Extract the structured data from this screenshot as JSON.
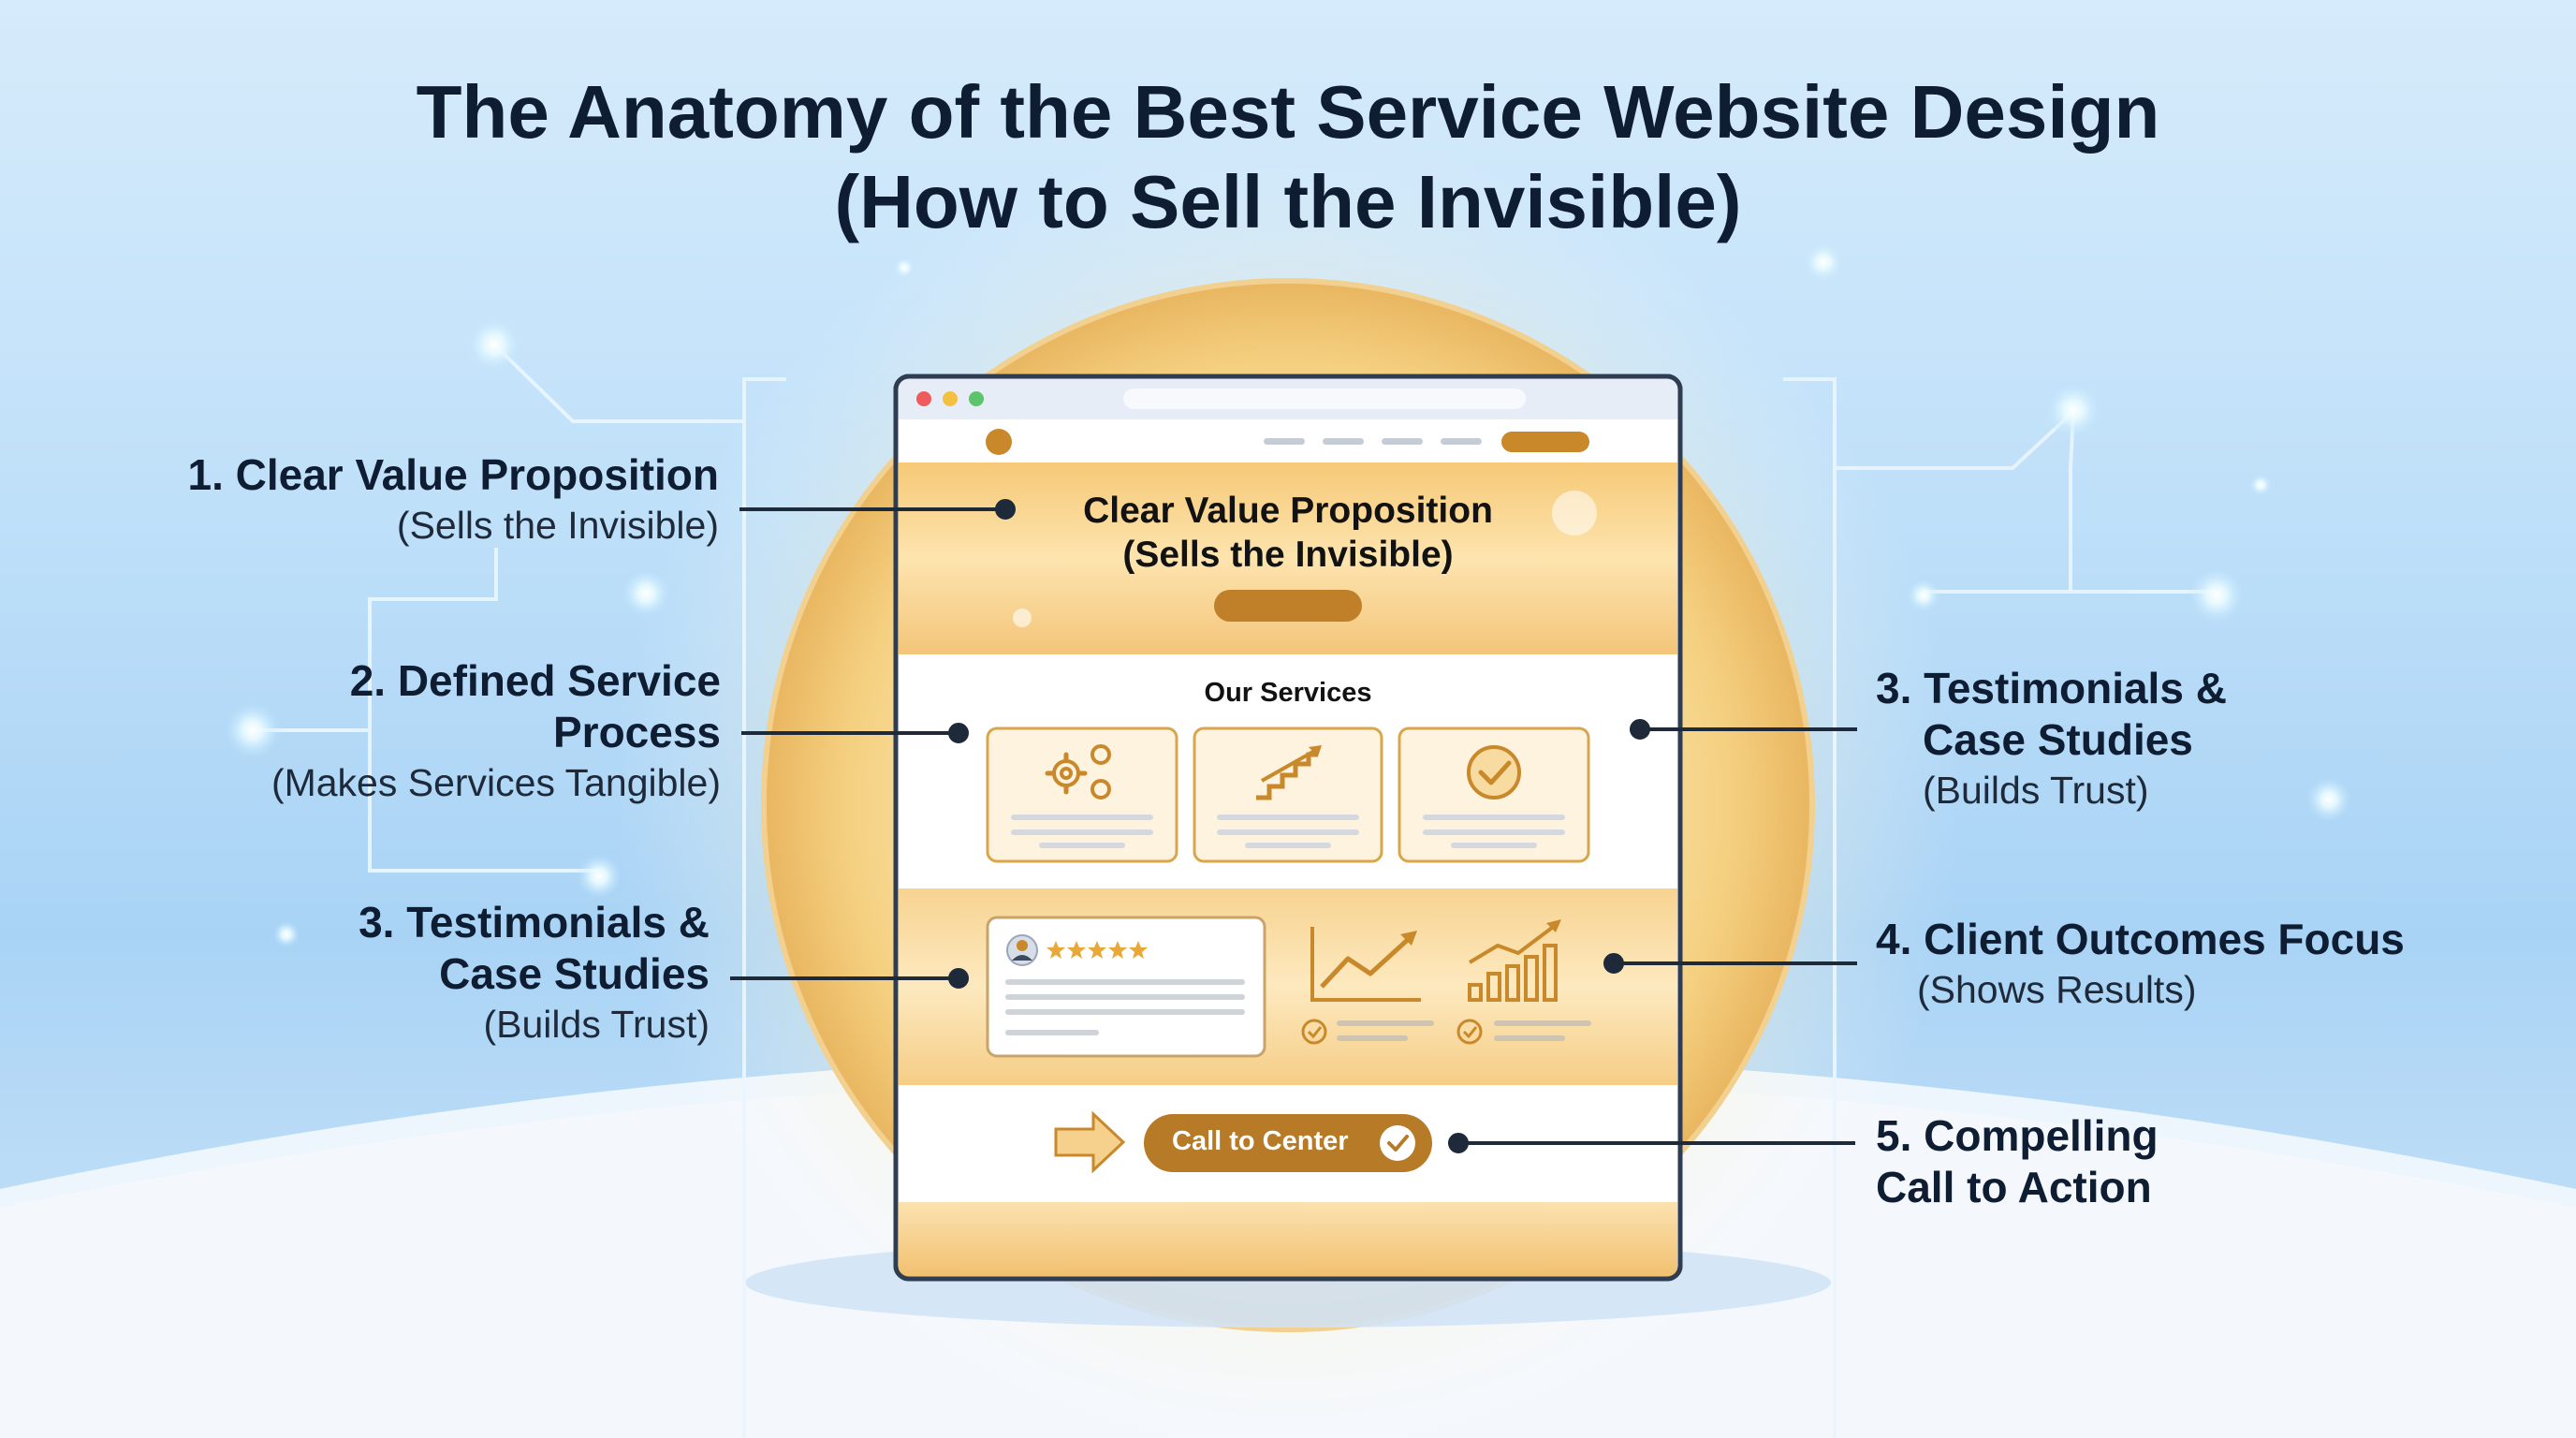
{
  "title": {
    "line1": "The Anatomy of the Best Service Website Design",
    "line2": "(How to Sell the Invisible)"
  },
  "callouts": {
    "left1": {
      "main": "1. Clear Value Proposition",
      "sub": "(Sells the Invisible)"
    },
    "left2": {
      "main_line1": "2. Defined Service",
      "main_line2": "Process",
      "sub": "(Makes Services Tangible)"
    },
    "left3": {
      "main_line1": "3. Testimonials &",
      "main_line2": "Case Studies",
      "sub": "(Builds Trust)"
    },
    "right1": {
      "main_line1": "3. Testimonials &",
      "main_line2": "Case Studies",
      "sub": "(Builds Trust)"
    },
    "right2": {
      "main": "4. Client Outcomes Focus",
      "sub": "(Shows Results)"
    },
    "right3": {
      "main_line1": "5. Compelling",
      "main_line2": "Call to Action"
    }
  },
  "mockup": {
    "hero_line1": "Clear Value Proposition",
    "hero_line2": "(Sells the Invisible)",
    "services_heading": "Our Services",
    "service_icons": [
      "gears-icon",
      "stairs-up-icon",
      "check-circle-icon"
    ],
    "rating_stars": 5,
    "cta_label": "Call to Center"
  },
  "colors": {
    "navy": "#0f1d33",
    "gold": "#c9892a",
    "gold_light": "#f7d79a",
    "cream": "#fdf3df"
  }
}
